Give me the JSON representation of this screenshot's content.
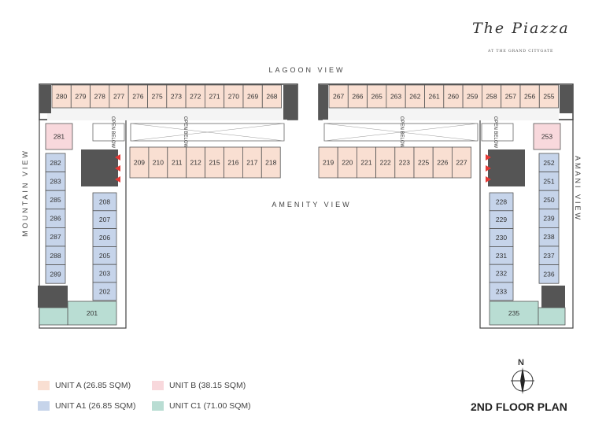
{
  "logo": {
    "script": "The Piazza",
    "sub": "AT THE GRAND CITYGATE"
  },
  "views": {
    "top": "LAGOON VIEW",
    "middle": "AMENITY VIEW",
    "left": "MOUNTAIN VIEW",
    "right": "AMANI VIEW"
  },
  "open_below": "OPEN BELOW",
  "compass": "N",
  "plan_title": "2ND FLOOR PLAN",
  "legend": [
    {
      "label": "UNIT A (26.85 SQM)",
      "color": "#f9dfd2"
    },
    {
      "label": "UNIT B (38.15 SQM)",
      "color": "#f8d8dc"
    },
    {
      "label": "UNIT A1 (26.85 SQM)",
      "color": "#c6d4ea"
    },
    {
      "label": "UNIT C1 (71.00 SQM)",
      "color": "#b9ddd3"
    }
  ],
  "colors": {
    "unit_a": "#f9dfd2",
    "unit_b": "#f8d8dc",
    "unit_a1": "#c6d4ea",
    "unit_c1": "#b9ddd3",
    "core": "#555555",
    "arrow": "#e53935"
  },
  "units": {
    "top_left": [
      "280",
      "279",
      "278",
      "277",
      "276",
      "275",
      "273",
      "272",
      "271",
      "270",
      "269",
      "268"
    ],
    "top_right": [
      "267",
      "266",
      "265",
      "263",
      "262",
      "261",
      "260",
      "259",
      "258",
      "257",
      "256",
      "255"
    ],
    "mid_left": [
      "209",
      "210",
      "211",
      "212",
      "215",
      "216",
      "217",
      "218"
    ],
    "mid_right": [
      "219",
      "220",
      "221",
      "222",
      "223",
      "225",
      "226",
      "227"
    ],
    "left_outer": [
      "281",
      "282",
      "283",
      "285",
      "286",
      "287",
      "288",
      "289"
    ],
    "left_inner": [
      "208",
      "207",
      "206",
      "205",
      "203",
      "202"
    ],
    "left_corner": "201",
    "right_outer": [
      "253",
      "252",
      "251",
      "250",
      "239",
      "238",
      "237",
      "236"
    ],
    "right_inner": [
      "228",
      "229",
      "230",
      "231",
      "232",
      "233"
    ],
    "right_corner": "235"
  }
}
